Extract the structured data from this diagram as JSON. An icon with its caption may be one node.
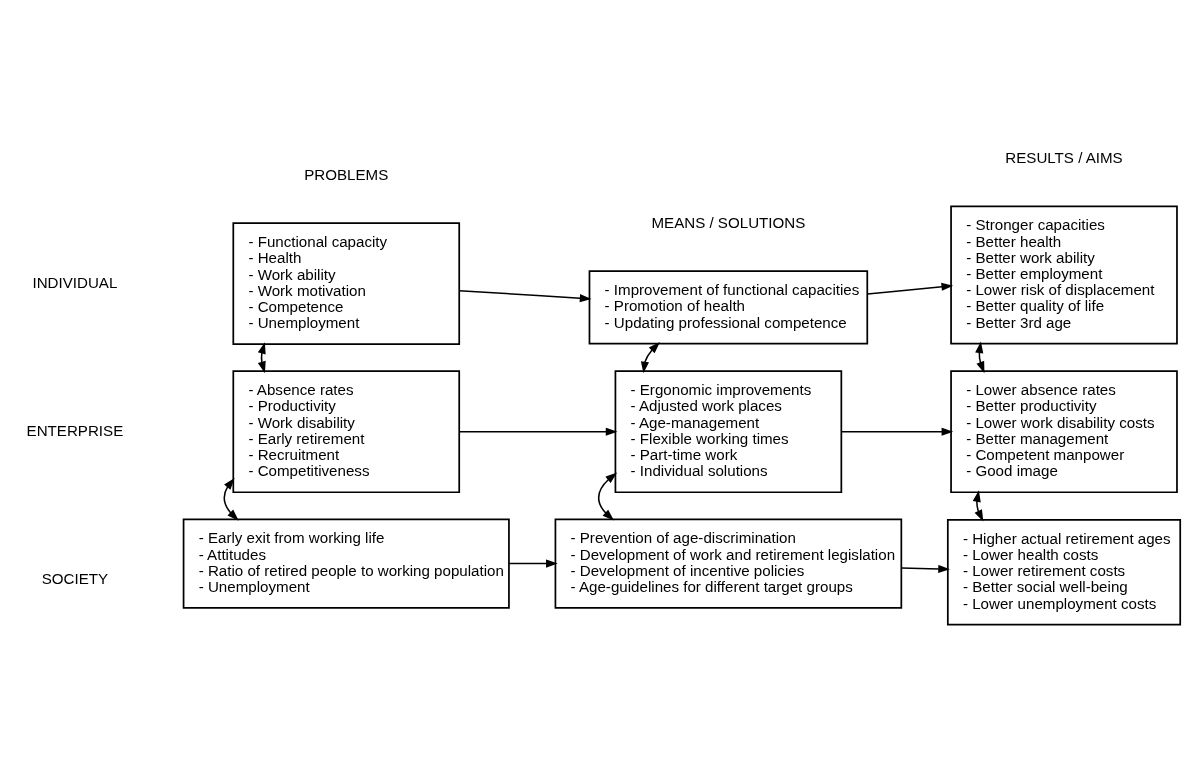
{
  "diagram": {
    "nodes": [
      {
        "text": [
          "- Functional capacity",
          "- Health",
          "- Work ability",
          "- Work motivation",
          "- Competence",
          "- Unemployment"
        ]
      },
      {
        "text": [
          "- Improvement of functional capacities",
          "- Promotion of health",
          "- Updating professional competence"
        ]
      },
      {
        "text": [
          "- Stronger capacities",
          "- Better health",
          "- Better work ability",
          "- Better employment",
          "- Lower risk of displacement",
          "- Better quality of life",
          "- Better 3rd age"
        ]
      },
      {
        "text": [
          "- Absence rates",
          "- Productivity",
          "- Work disability",
          "- Early retirement",
          "- Recruitment",
          "- Competitiveness"
        ]
      },
      {
        "text": [
          "- Ergonomic improvements",
          "- Adjusted work places",
          "- Age-management",
          "- Flexible working times",
          "- Part-time work",
          "- Individual solutions"
        ]
      },
      {
        "text": [
          "- Lower absence rates",
          "- Better productivity",
          "- Lower work disability costs",
          "- Better management",
          "- Competent manpower",
          "- Good image"
        ]
      },
      {
        "text": [
          "- Early exit from working life",
          "- Attitudes",
          "- Ratio of retired people to working population",
          "- Unemployment"
        ]
      },
      {
        "text": [
          "- Prevention of age-discrimination",
          "- Development of work and retirement legislation",
          "- Development of incentive policies",
          "- Age-guidelines for different target groups"
        ]
      },
      {
        "text": [
          "- Higher actual retirement ages",
          "- Lower health costs",
          "- Lower retirement costs",
          "- Better social well-being",
          "- Lower unemployment costs"
        ]
      }
    ],
    "edges": [
      {
        "from": 0,
        "to": 1,
        "arrow": "to"
      },
      {
        "from": 1,
        "to": 2,
        "arrow": "to"
      },
      {
        "from": 0,
        "to": 3,
        "arrow": "both"
      },
      {
        "from": 1,
        "to": 4,
        "arrow": "both"
      },
      {
        "from": 2,
        "to": 5,
        "arrow": "both"
      },
      {
        "from": 3,
        "to": 4,
        "arrow": "to"
      },
      {
        "from": 4,
        "to": 5,
        "arrow": "to"
      },
      {
        "from": 3,
        "to": 6,
        "arrow": "both"
      },
      {
        "from": 4,
        "to": 7,
        "arrow": "both"
      },
      {
        "from": 5,
        "to": 8,
        "arrow": "both"
      },
      {
        "from": 6,
        "to": 7,
        "arrow": "to"
      },
      {
        "from": 7,
        "to": 8,
        "arrow": "to"
      }
    ],
    "labels": [
      "PROBLEMS",
      "MEANS / SOLUTIONS",
      "RESULTS / AIMS",
      "INDIVIDUAL",
      "ENTERPRISE",
      "SOCIETY"
    ]
  }
}
